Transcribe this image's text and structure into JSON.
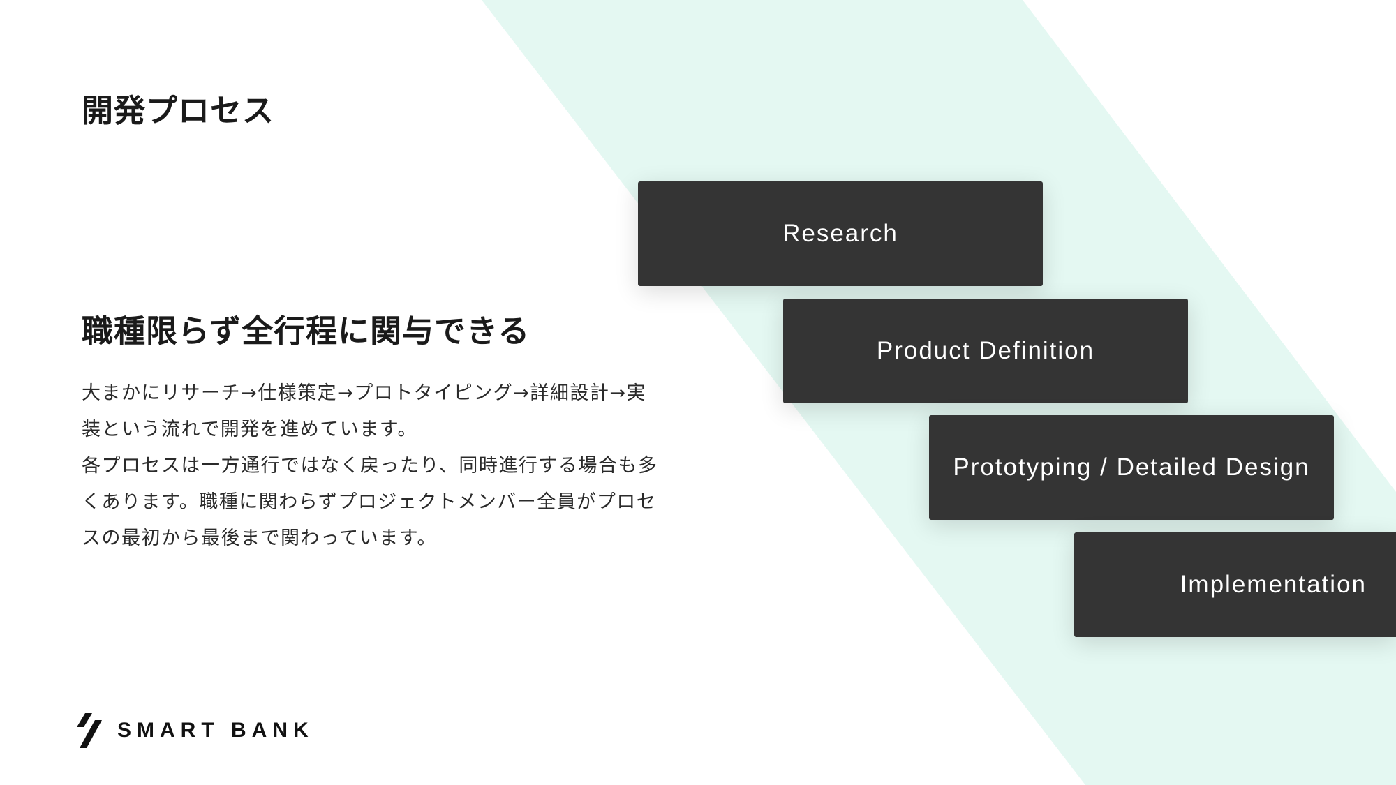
{
  "slide": {
    "title": "開発プロセス",
    "heading": "職種限らず全行程に関与できる",
    "body_lines": [
      "大まかにリサーチ→仕様策定→プロトタイピング→詳細設計→実",
      "装という流れで開発を進めています。",
      "各プロセスは一方通行ではなく戻ったり、同時進行する場合も多",
      "くあります。職種に関わらずプロジェクトメンバー全員がプロセ",
      "スの最初から最後まで関わっています。"
    ]
  },
  "steps": [
    {
      "label": "Research"
    },
    {
      "label": "Product Definition"
    },
    {
      "label": "Prototyping / Detailed Design"
    },
    {
      "label": "Implementation"
    }
  ],
  "logo": {
    "text": "SMART BANK",
    "icon": "smartbank-logo-icon"
  },
  "colors": {
    "accent_band": "#e4f8f2",
    "step_box": "#343434",
    "step_text": "#ffffff",
    "text": "#1a1a1a"
  }
}
